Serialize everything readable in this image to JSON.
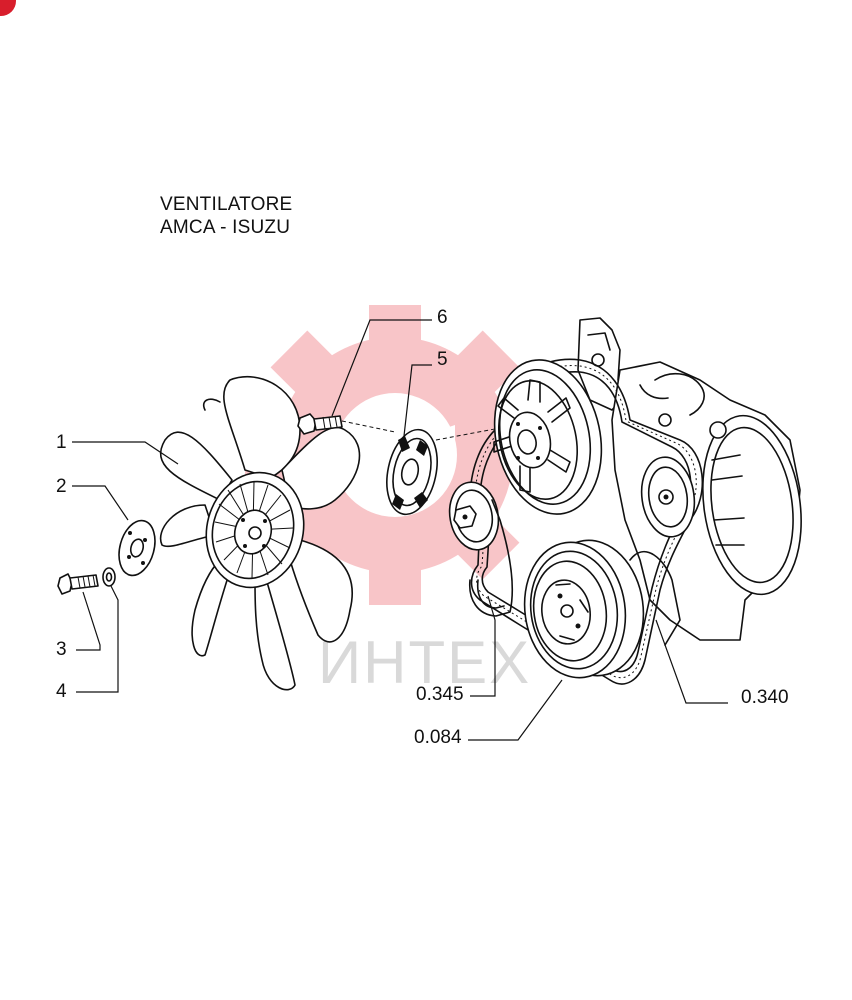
{
  "title": {
    "line1": "VENTILATORE",
    "line2": "AMCA - ISUZU"
  },
  "callouts": [
    {
      "id": "1",
      "label": "1"
    },
    {
      "id": "2",
      "label": "2"
    },
    {
      "id": "3",
      "label": "3"
    },
    {
      "id": "4",
      "label": "4"
    },
    {
      "id": "5",
      "label": "5"
    },
    {
      "id": "6",
      "label": "6"
    },
    {
      "id": "0.345",
      "label": "0.345"
    },
    {
      "id": "0.084",
      "label": "0.084"
    },
    {
      "id": "0.340",
      "label": "0.340"
    }
  ],
  "watermark": {
    "text": "ИНТЕХ",
    "color": "#e8323c"
  },
  "colors": {
    "ink": "#111111",
    "brand": "#d81e2c"
  }
}
